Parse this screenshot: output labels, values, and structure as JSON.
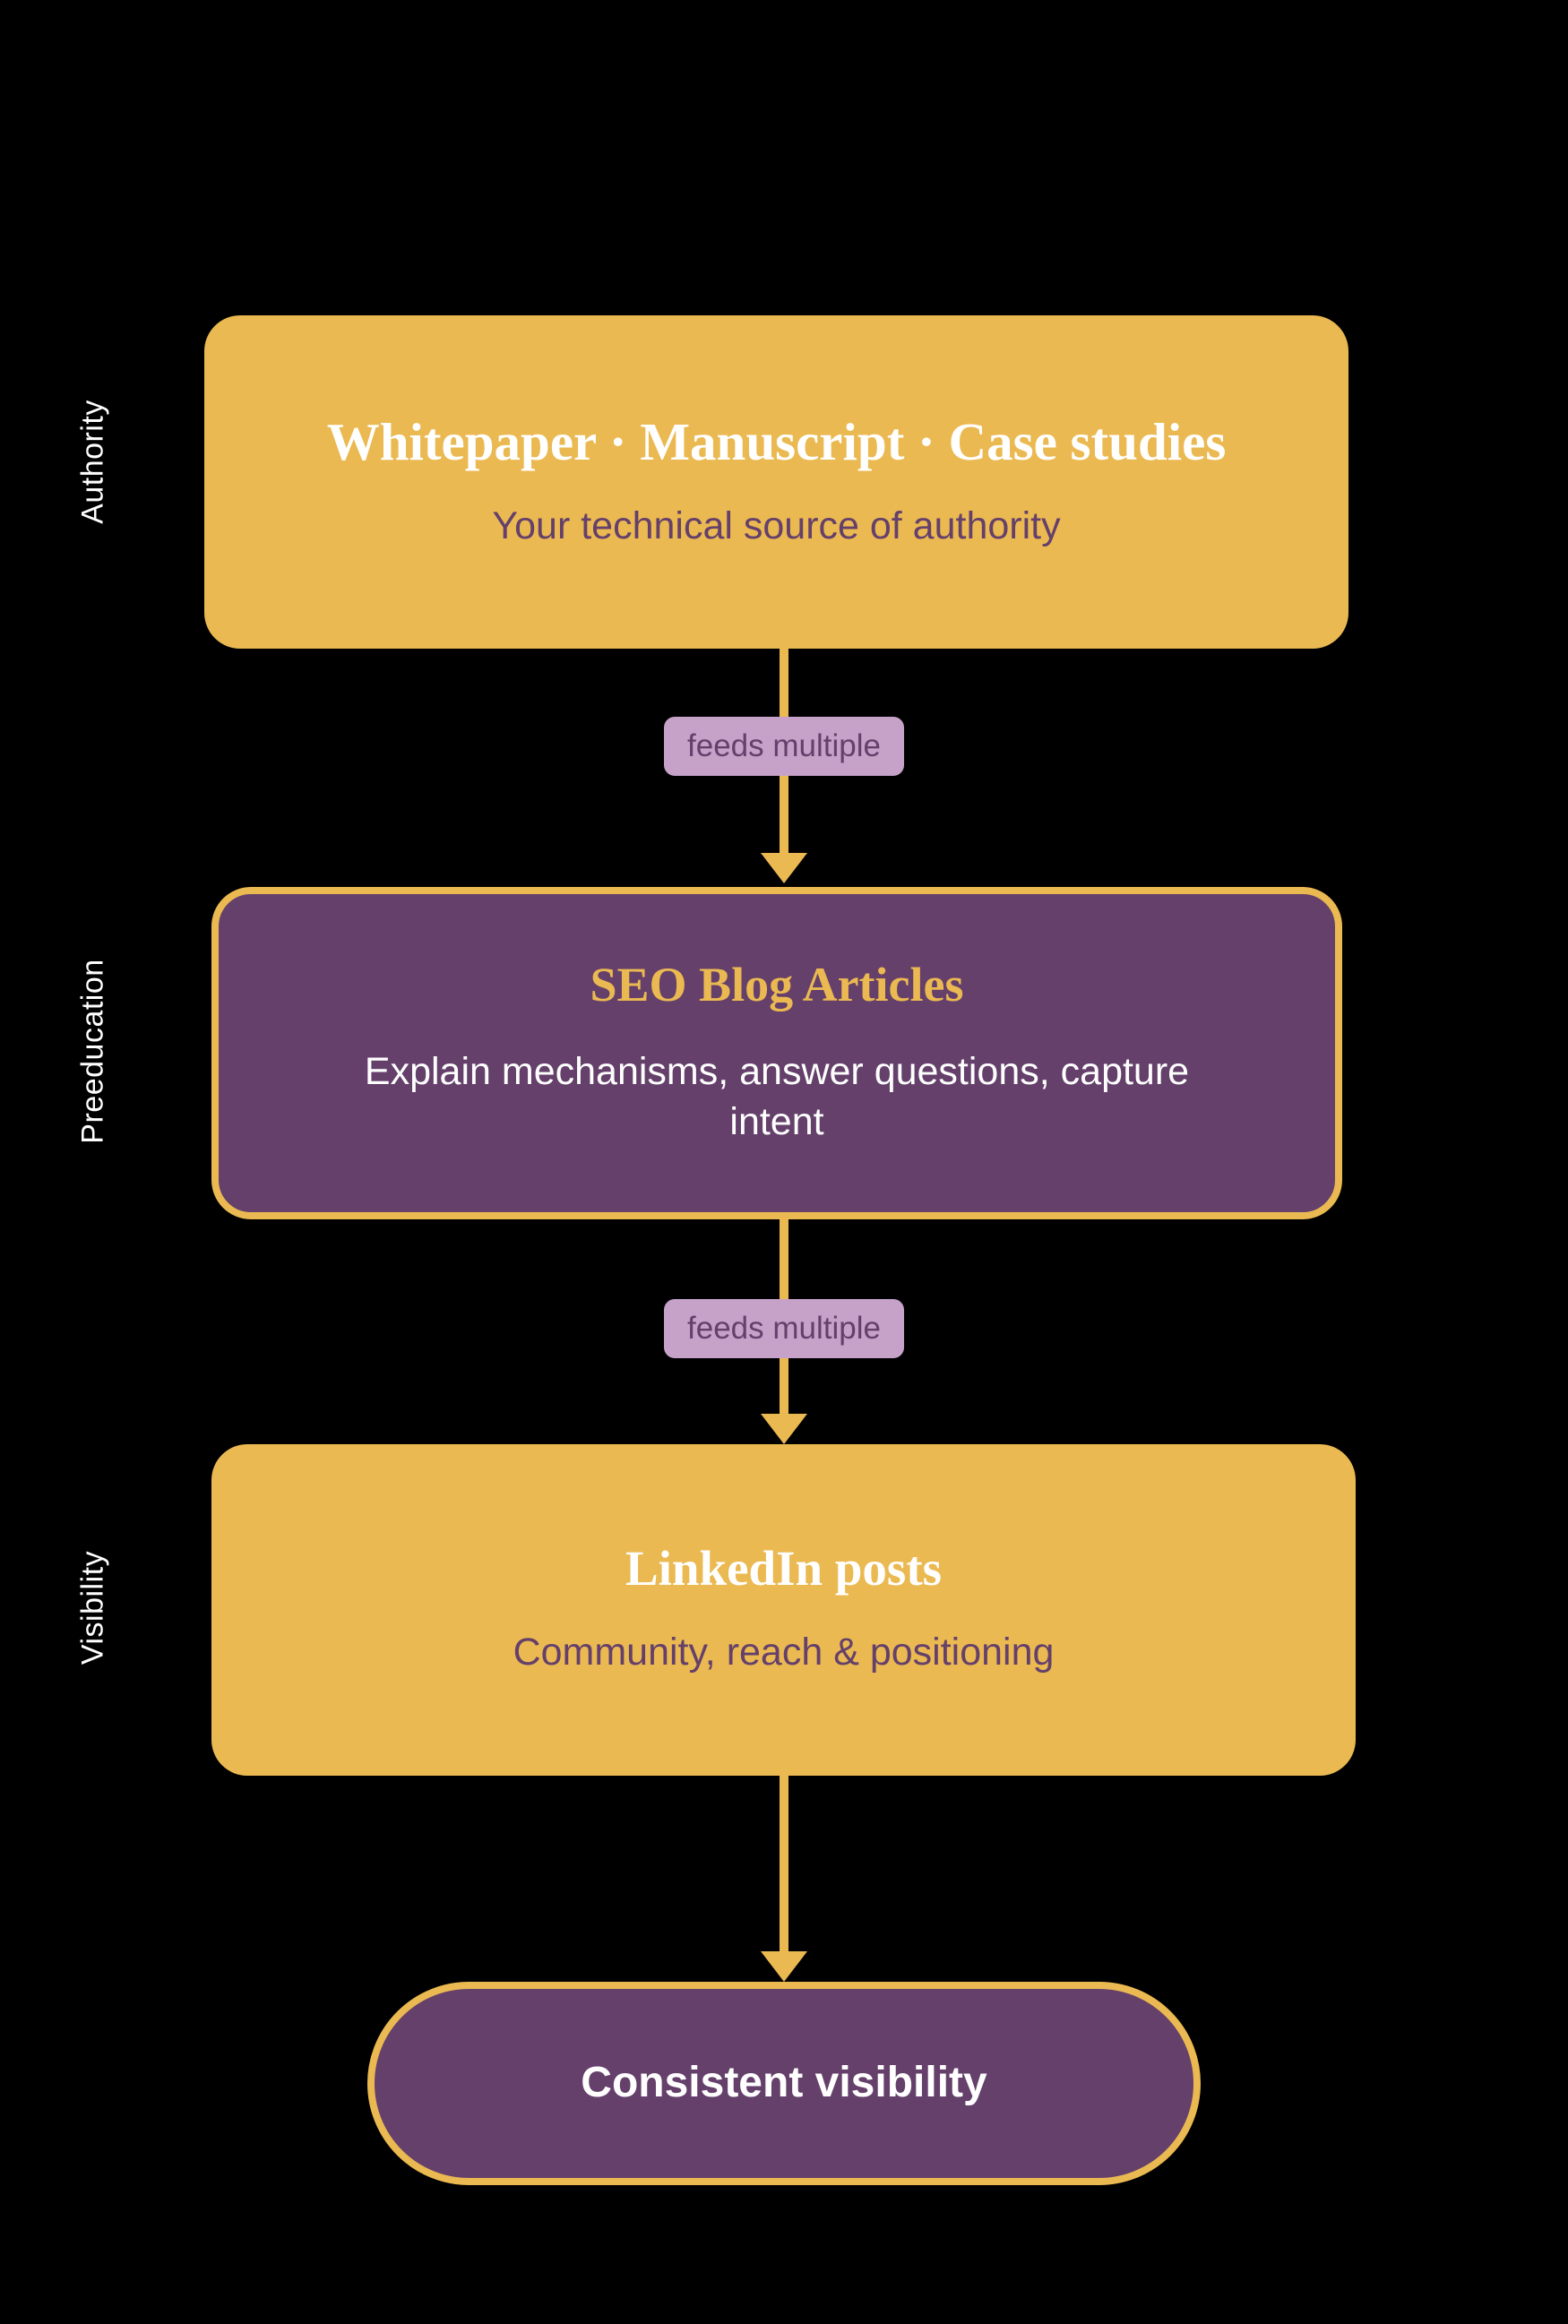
{
  "diagram": {
    "type": "flowchart-vertical",
    "background_color": "#000000",
    "palette": {
      "gold": "#ebb951",
      "purple": "#64406b",
      "badge_bg": "#c6a2c9",
      "white": "#ffffff"
    },
    "stage_labels": [
      {
        "text": "Authority"
      },
      {
        "text": "Preeducation"
      },
      {
        "text": "Visibility"
      }
    ],
    "nodes": [
      {
        "id": "authority",
        "title": "Whitepaper · Manuscript · Case studies",
        "subtitle": "Your technical source of authority",
        "fill": "#ebb951",
        "title_color": "#ffffff",
        "subtitle_color": "#64406b",
        "shape": "rounded-rect"
      },
      {
        "id": "preeducation",
        "title": "SEO Blog Articles",
        "subtitle": "Explain mechanisms, answer questions, capture intent",
        "fill": "#64406b",
        "border_color": "#ebb951",
        "title_color": "#ebb951",
        "subtitle_color": "#ffffff",
        "shape": "rounded-rect"
      },
      {
        "id": "visibility",
        "title": "LinkedIn posts",
        "subtitle": "Community, reach & positioning",
        "fill": "#ebb951",
        "title_color": "#ffffff",
        "subtitle_color": "#64406b",
        "shape": "rounded-rect"
      },
      {
        "id": "outcome",
        "title": "Consistent visibility",
        "fill": "#64406b",
        "border_color": "#ebb951",
        "title_color": "#ffffff",
        "shape": "stadium"
      }
    ],
    "edges": [
      {
        "from": "authority",
        "to": "preeducation",
        "label": "feeds multiple"
      },
      {
        "from": "preeducation",
        "to": "visibility",
        "label": "feeds multiple"
      },
      {
        "from": "visibility",
        "to": "outcome",
        "label": ""
      }
    ]
  }
}
